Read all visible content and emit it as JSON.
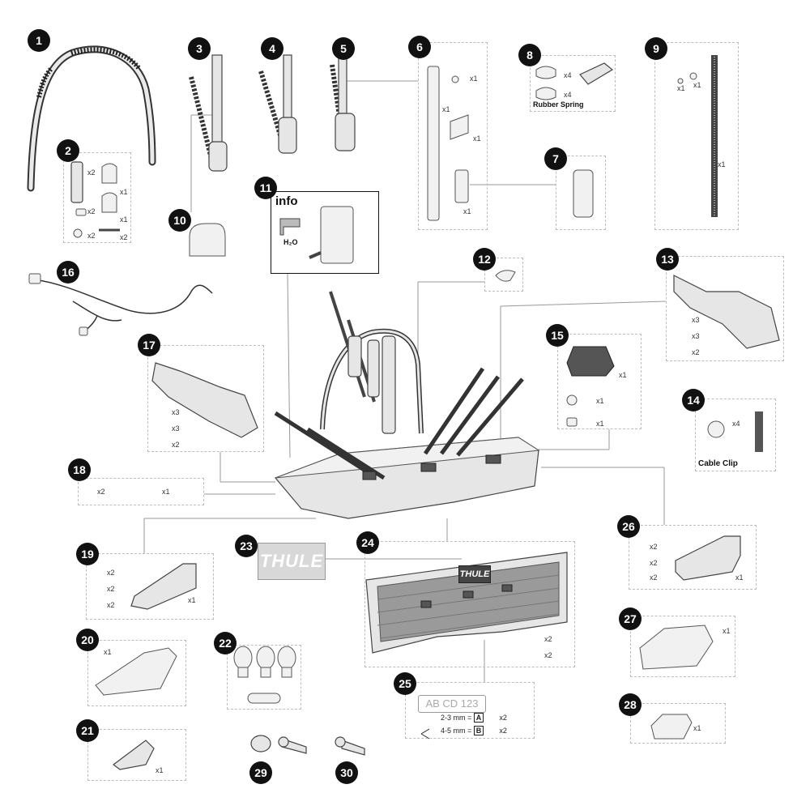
{
  "callouts": [
    "1",
    "2",
    "3",
    "4",
    "5",
    "6",
    "7",
    "8",
    "9",
    "10",
    "11",
    "12",
    "13",
    "14",
    "15",
    "16",
    "17",
    "18",
    "19",
    "20",
    "21",
    "22",
    "23",
    "24",
    "25",
    "26",
    "27",
    "28",
    "29",
    "30"
  ],
  "part2": {
    "q1": "x2",
    "q2": "x1",
    "q3": "x2",
    "q4": "x1",
    "q5": "x2",
    "q6": "x2"
  },
  "part6": {
    "q1": "x1",
    "q2": "x1",
    "q3": "x1",
    "q4": "x1"
  },
  "part8": {
    "q1": "x4",
    "q2": "x4",
    "label": "Rubber Spring"
  },
  "part9": {
    "q1": "x1",
    "q2": "x1",
    "q3": "x1"
  },
  "part11": {
    "title": "info",
    "h2o": "H₂O"
  },
  "part13": {
    "q1": "x3",
    "q2": "x3",
    "q3": "x2"
  },
  "part14": {
    "q1": "x4",
    "label": "Cable Clip"
  },
  "part15": {
    "q1": "x1",
    "q2": "x1",
    "q3": "x1"
  },
  "part17": {
    "q1": "x3",
    "q2": "x3",
    "q3": "x2"
  },
  "part18": {
    "q1": "x2",
    "q2": "x1"
  },
  "part19": {
    "q1": "x2",
    "q2": "x2",
    "q3": "x2",
    "q4": "x1"
  },
  "part20": {
    "q1": "x1"
  },
  "part21": {
    "q1": "x1"
  },
  "part23": {
    "brand": "THULE"
  },
  "part24": {
    "brand": "THULE",
    "q1": "x2",
    "q2": "x2"
  },
  "part25": {
    "plate": "AB CD 123",
    "rule1_range": "2-3 mm =",
    "rule1_letter": "A",
    "rule1_qty": "x2",
    "rule2_range": "4-5 mm =",
    "rule2_letter": "B",
    "rule2_qty": "x2"
  },
  "part26": {
    "q1": "x2",
    "q2": "x2",
    "q3": "x2",
    "q4": "x1"
  },
  "part27": {
    "q1": "x1"
  },
  "part28": {
    "q1": "x1"
  }
}
